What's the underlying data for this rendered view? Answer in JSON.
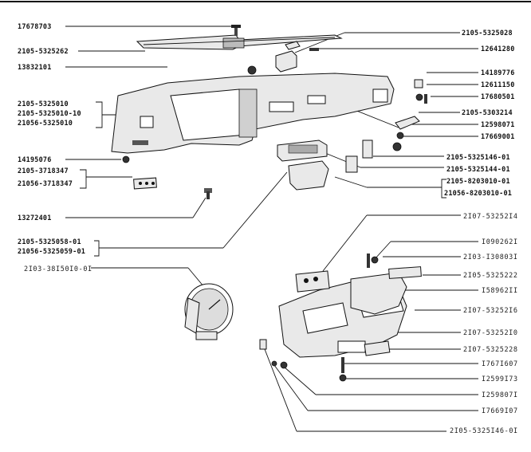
{
  "labels_left": [
    "17678703",
    "2105-5325262",
    "13832101",
    "2105-5325010",
    "2105-5325010-10",
    "21056-5325010",
    "14195076",
    "2105-3718347",
    "21056-3718347",
    "13272401",
    "2105-5325058-01",
    "21056-5325059-01",
    "2I03-38I50I0-0I"
  ],
  "labels_right_top": [
    "2105-5325028",
    "12641280",
    "14189776",
    "12611150",
    "17680501",
    "2105-5303214",
    "12598071",
    "17669001",
    "2105-5325146-01",
    "2105-5325144-01",
    "2105-8203010-01",
    "21056-8203010-01"
  ],
  "labels_right_bottom": [
    "2I07-53252I4",
    "I090262I",
    "2I03-I30803I",
    "2I05-5325222",
    "I58962II",
    "2I07-53252I6",
    "2I07-53252I0",
    "2I07-5325228",
    "I767I607",
    "I2599I73",
    "I259807I",
    "I7669I07",
    "2I05-5325I46-0I"
  ]
}
